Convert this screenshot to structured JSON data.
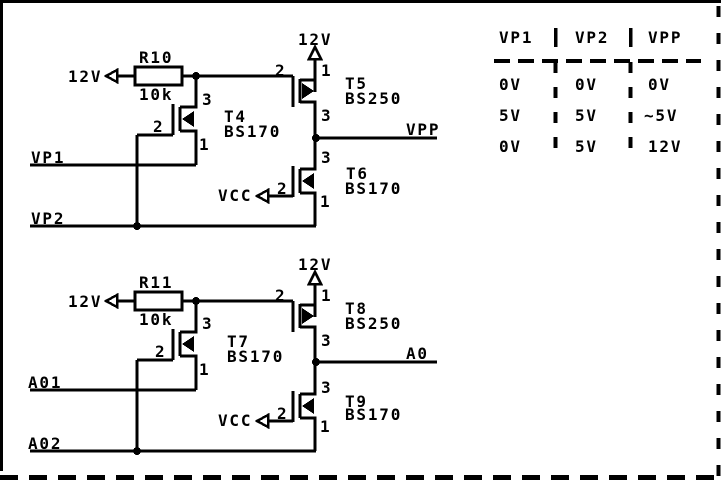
{
  "diagram": {
    "kind": "mosfet-level-shifter-schematic",
    "ink_color": "#000000",
    "background_color": "#ffffff",
    "blocks": [
      {
        "id": "vpp-driver",
        "rail_left": "12V",
        "rail_top": "12V",
        "gate_rail": "VCC",
        "resistor": {
          "ref": "R10",
          "value": "10k"
        },
        "input1": "VP1",
        "input2": "VP2",
        "output": "VPP",
        "pullup": {
          "ref": "T4",
          "part": "BS170",
          "pin_top": "3",
          "pin_gate": "2",
          "pin_bottom": "1"
        },
        "high_side": {
          "ref": "T5",
          "part": "BS250",
          "pin_top": "1",
          "pin_gate": "2",
          "pin_bottom": "3"
        },
        "low_side": {
          "ref": "T6",
          "part": "BS170",
          "pin_top": "3",
          "pin_gate": "2",
          "pin_bottom": "1"
        }
      },
      {
        "id": "a0-driver",
        "rail_left": "12V",
        "rail_top": "12V",
        "gate_rail": "VCC",
        "resistor": {
          "ref": "R11",
          "value": "10k"
        },
        "input1": "A01",
        "input2": "A02",
        "output": "A0",
        "pullup": {
          "ref": "T7",
          "part": "BS170",
          "pin_top": "3",
          "pin_gate": "2",
          "pin_bottom": "1"
        },
        "high_side": {
          "ref": "T8",
          "part": "BS250",
          "pin_top": "1",
          "pin_gate": "2",
          "pin_bottom": "3"
        },
        "low_side": {
          "ref": "T9",
          "part": "BS170",
          "pin_top": "3",
          "pin_gate": "2",
          "pin_bottom": "1"
        }
      }
    ],
    "truth_table": {
      "headers": [
        "VP1",
        "VP2",
        "VPP"
      ],
      "rows": [
        [
          "0V",
          "0V",
          "0V"
        ],
        [
          "5V",
          "5V",
          "~5V"
        ],
        [
          "0V",
          "5V",
          "12V"
        ]
      ]
    }
  }
}
